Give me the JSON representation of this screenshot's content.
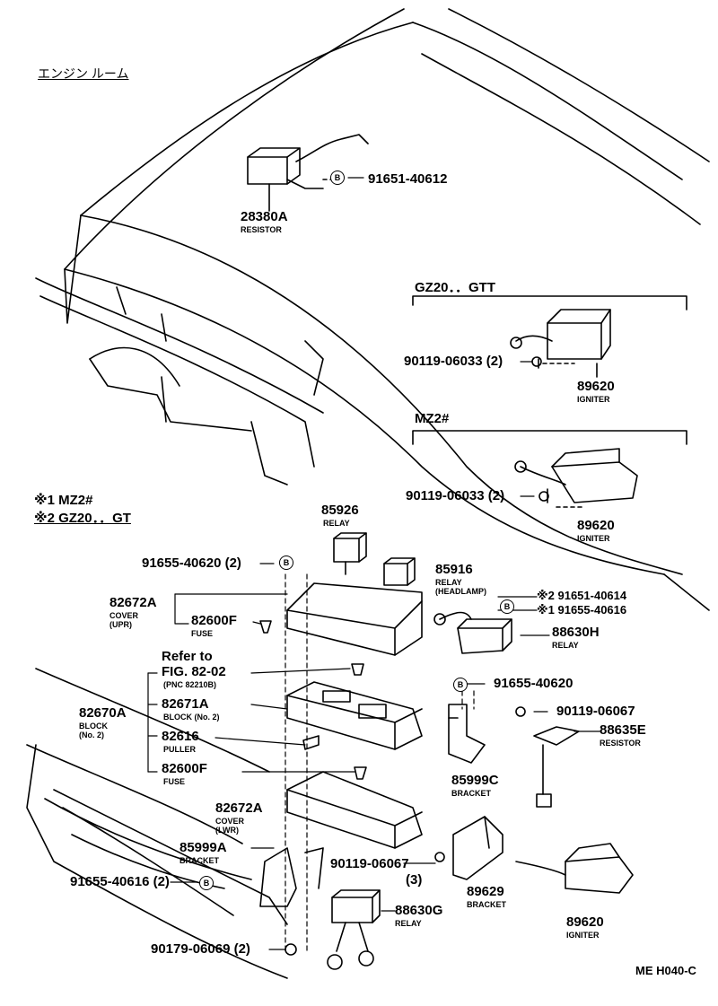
{
  "header": {
    "engine_room": "エンジン ルーム",
    "gz20_gtt": "GZ20．．GTT",
    "mz2": "MZ2#",
    "note1": "※1 MZ2#",
    "note2": "※2 GZ20．．GT"
  },
  "parts": {
    "p28380a": {
      "number": "28380A",
      "name": "RESISTOR"
    },
    "p91651_40612": {
      "number": "91651-40612"
    },
    "p90119_06033_a": {
      "number": "90119-06033 (2)"
    },
    "p89620_a": {
      "number": "89620",
      "name": "IGNITER"
    },
    "p90119_06033_b": {
      "number": "90119-06033 (2)"
    },
    "p89620_b": {
      "number": "89620",
      "name": "IGNITER"
    },
    "p85926": {
      "number": "85926",
      "name": "RELAY"
    },
    "p91655_40620_a": {
      "number": "91655-40620 (2)"
    },
    "p85916": {
      "number": "85916",
      "name": "RELAY",
      "name2": "(HEADLAMP)"
    },
    "p91651_40614": {
      "number": "※2 91651-40614"
    },
    "p91655_40616_a": {
      "number": "※1 91655-40616"
    },
    "p82672a_upr": {
      "number": "82672A",
      "name": "COVER",
      "name2": "(UPR)"
    },
    "p82600f_a": {
      "number": "82600F",
      "name": "FUSE"
    },
    "p88630h": {
      "number": "88630H",
      "name": "RELAY"
    },
    "refer": {
      "line1": "Refer to",
      "line2": "FIG. 82-02",
      "line3": "(PNC 82210B)"
    },
    "p91655_40620_b": {
      "number": "91655-40620"
    },
    "p82671a": {
      "number": "82671A",
      "name": "BLOCK (No. 2)"
    },
    "p82670a": {
      "number": "82670A",
      "name": "BLOCK",
      "name2": "(No. 2)"
    },
    "p90119_06067_a": {
      "number": "90119-06067"
    },
    "p82616": {
      "number": "82616",
      "name": "PULLER"
    },
    "p88635e": {
      "number": "88635E",
      "name": "RESISTOR"
    },
    "p82600f_b": {
      "number": "82600F",
      "name": "FUSE"
    },
    "p85999c": {
      "number": "85999C",
      "name": "BRACKET"
    },
    "p82672a_lwr": {
      "number": "82672A",
      "name": "COVER",
      "name2": "(LWR)"
    },
    "p85999a": {
      "number": "85999A",
      "name": "BRACKET"
    },
    "p90119_06067_b": {
      "number": "90119-06067",
      "qty": "(3)"
    },
    "p89629": {
      "number": "89629",
      "name": "BRACKET"
    },
    "p91655_40616_b": {
      "number": "91655-40616 (2)"
    },
    "p88630g": {
      "number": "88630G",
      "name": "RELAY"
    },
    "p89620_c": {
      "number": "89620",
      "name": "IGNITER"
    },
    "p90179_06069": {
      "number": "90179-06069 (2)"
    }
  },
  "badge_letter": "B",
  "footer": {
    "code": "ME H040-C"
  }
}
